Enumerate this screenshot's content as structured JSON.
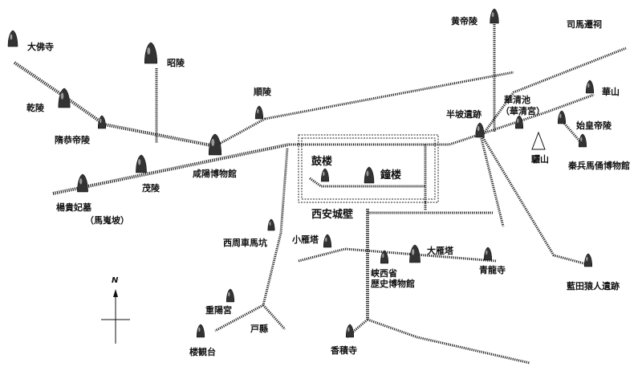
{
  "colors": {
    "road": "#222222",
    "road_light": "#666666",
    "marker": "#333333",
    "background": "#ffffff"
  },
  "compass": {
    "north_label": "N"
  },
  "places": {
    "dafosi": "大佛寺",
    "qianling": "乾陵",
    "zhaoling": "昭陵",
    "shunling": "順陵",
    "suigongdiling": "隋恭帝陵",
    "xianyang_museum": "咸陽博物館",
    "maoling": "茂陵",
    "yangguifei_tomb": "楊貴妃墓",
    "maweipo": "（馬嵬坡）",
    "huangdiling": "黄帝陵",
    "simaqian": "司馬遷祠",
    "huaqingchi": "華清池",
    "huaqinggong": "（華清宮）",
    "banpo": "半坡遺跡",
    "huashan": "華山",
    "lishan": "驪山",
    "shihuangdiling": "始皇帝陵",
    "bingmayong": "秦兵馬俑博物館",
    "gulou": "鼓楼",
    "zhonglou": "鐘楼",
    "xian_wall": "西安城壁",
    "xizhou_pit": "西周車馬坑",
    "xiaoyanta": "小雁塔",
    "dayanta": "大雁塔",
    "shaanxi_museum_1": "峡西省",
    "shaanxi_museum_2": "歴史博物館",
    "qinglongsi": "青龍寺",
    "lantian": "藍田猿人遺跡",
    "chongyanggong": "重陽宮",
    "huxian": "戸縣",
    "louguantai": "楼観台",
    "xiangjisi": "香積寺"
  }
}
